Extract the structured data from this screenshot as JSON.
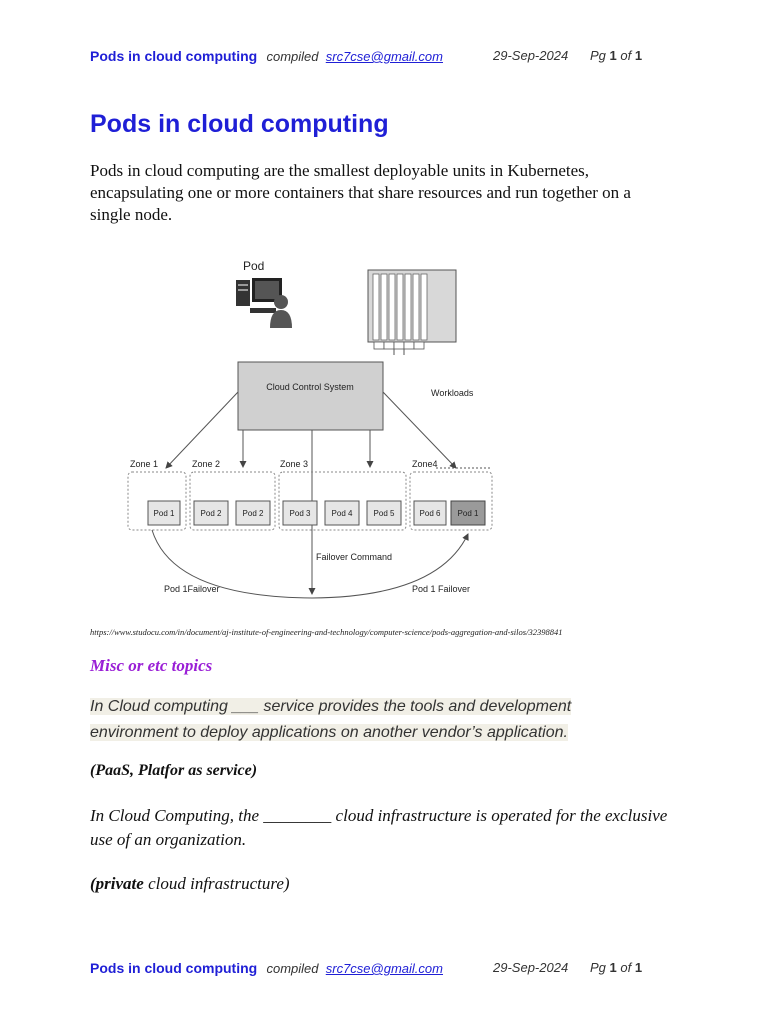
{
  "header": {
    "brand": "Pods in cloud computing",
    "compiled": "compiled",
    "email": "src7cse@gmail.com",
    "date": "29-Sep-2024",
    "pg_prefix": "Pg",
    "pg_current": "1",
    "pg_of": "of",
    "pg_total": "1"
  },
  "title": "Pods in cloud computing",
  "intro": "Pods in cloud computing are the smallest deployable units in Kubernetes, encapsulating one or more containers that share resources and run together on a single node.",
  "diagram": {
    "pod_label": "Pod",
    "control_system": "Cloud Control System",
    "workloads": "Workloads",
    "zones": [
      "Zone 1",
      "Zone 2",
      "Zone 3",
      "Zone4"
    ],
    "pods": [
      "Pod 1",
      "Pod 2",
      "Pod 2",
      "Pod 3",
      "Pod 4",
      "Pod 5",
      "Pod 6",
      "Pod 1"
    ],
    "failover_command": "Failover Command",
    "failover_left": "Pod 1Failover",
    "failover_right": "Pod 1 Failover"
  },
  "source": "https://www.studocu.com/in/document/aj-institute-of-engineering-and-technology/computer-science/pods-aggregation-and-silos/32398841",
  "misc_heading": "Misc or etc topics",
  "question1": "In Cloud computing ___ service provides the tools and development environment to deploy applications on  another vendor’s application.",
  "answer1": "(PaaS, Platfor as service)",
  "question2": "In Cloud Computing,  the ________ cloud infrastructure is operated for the exclusive use of an organization.",
  "answer2_bold": "(private",
  "answer2_rest": " cloud infrastructure)"
}
